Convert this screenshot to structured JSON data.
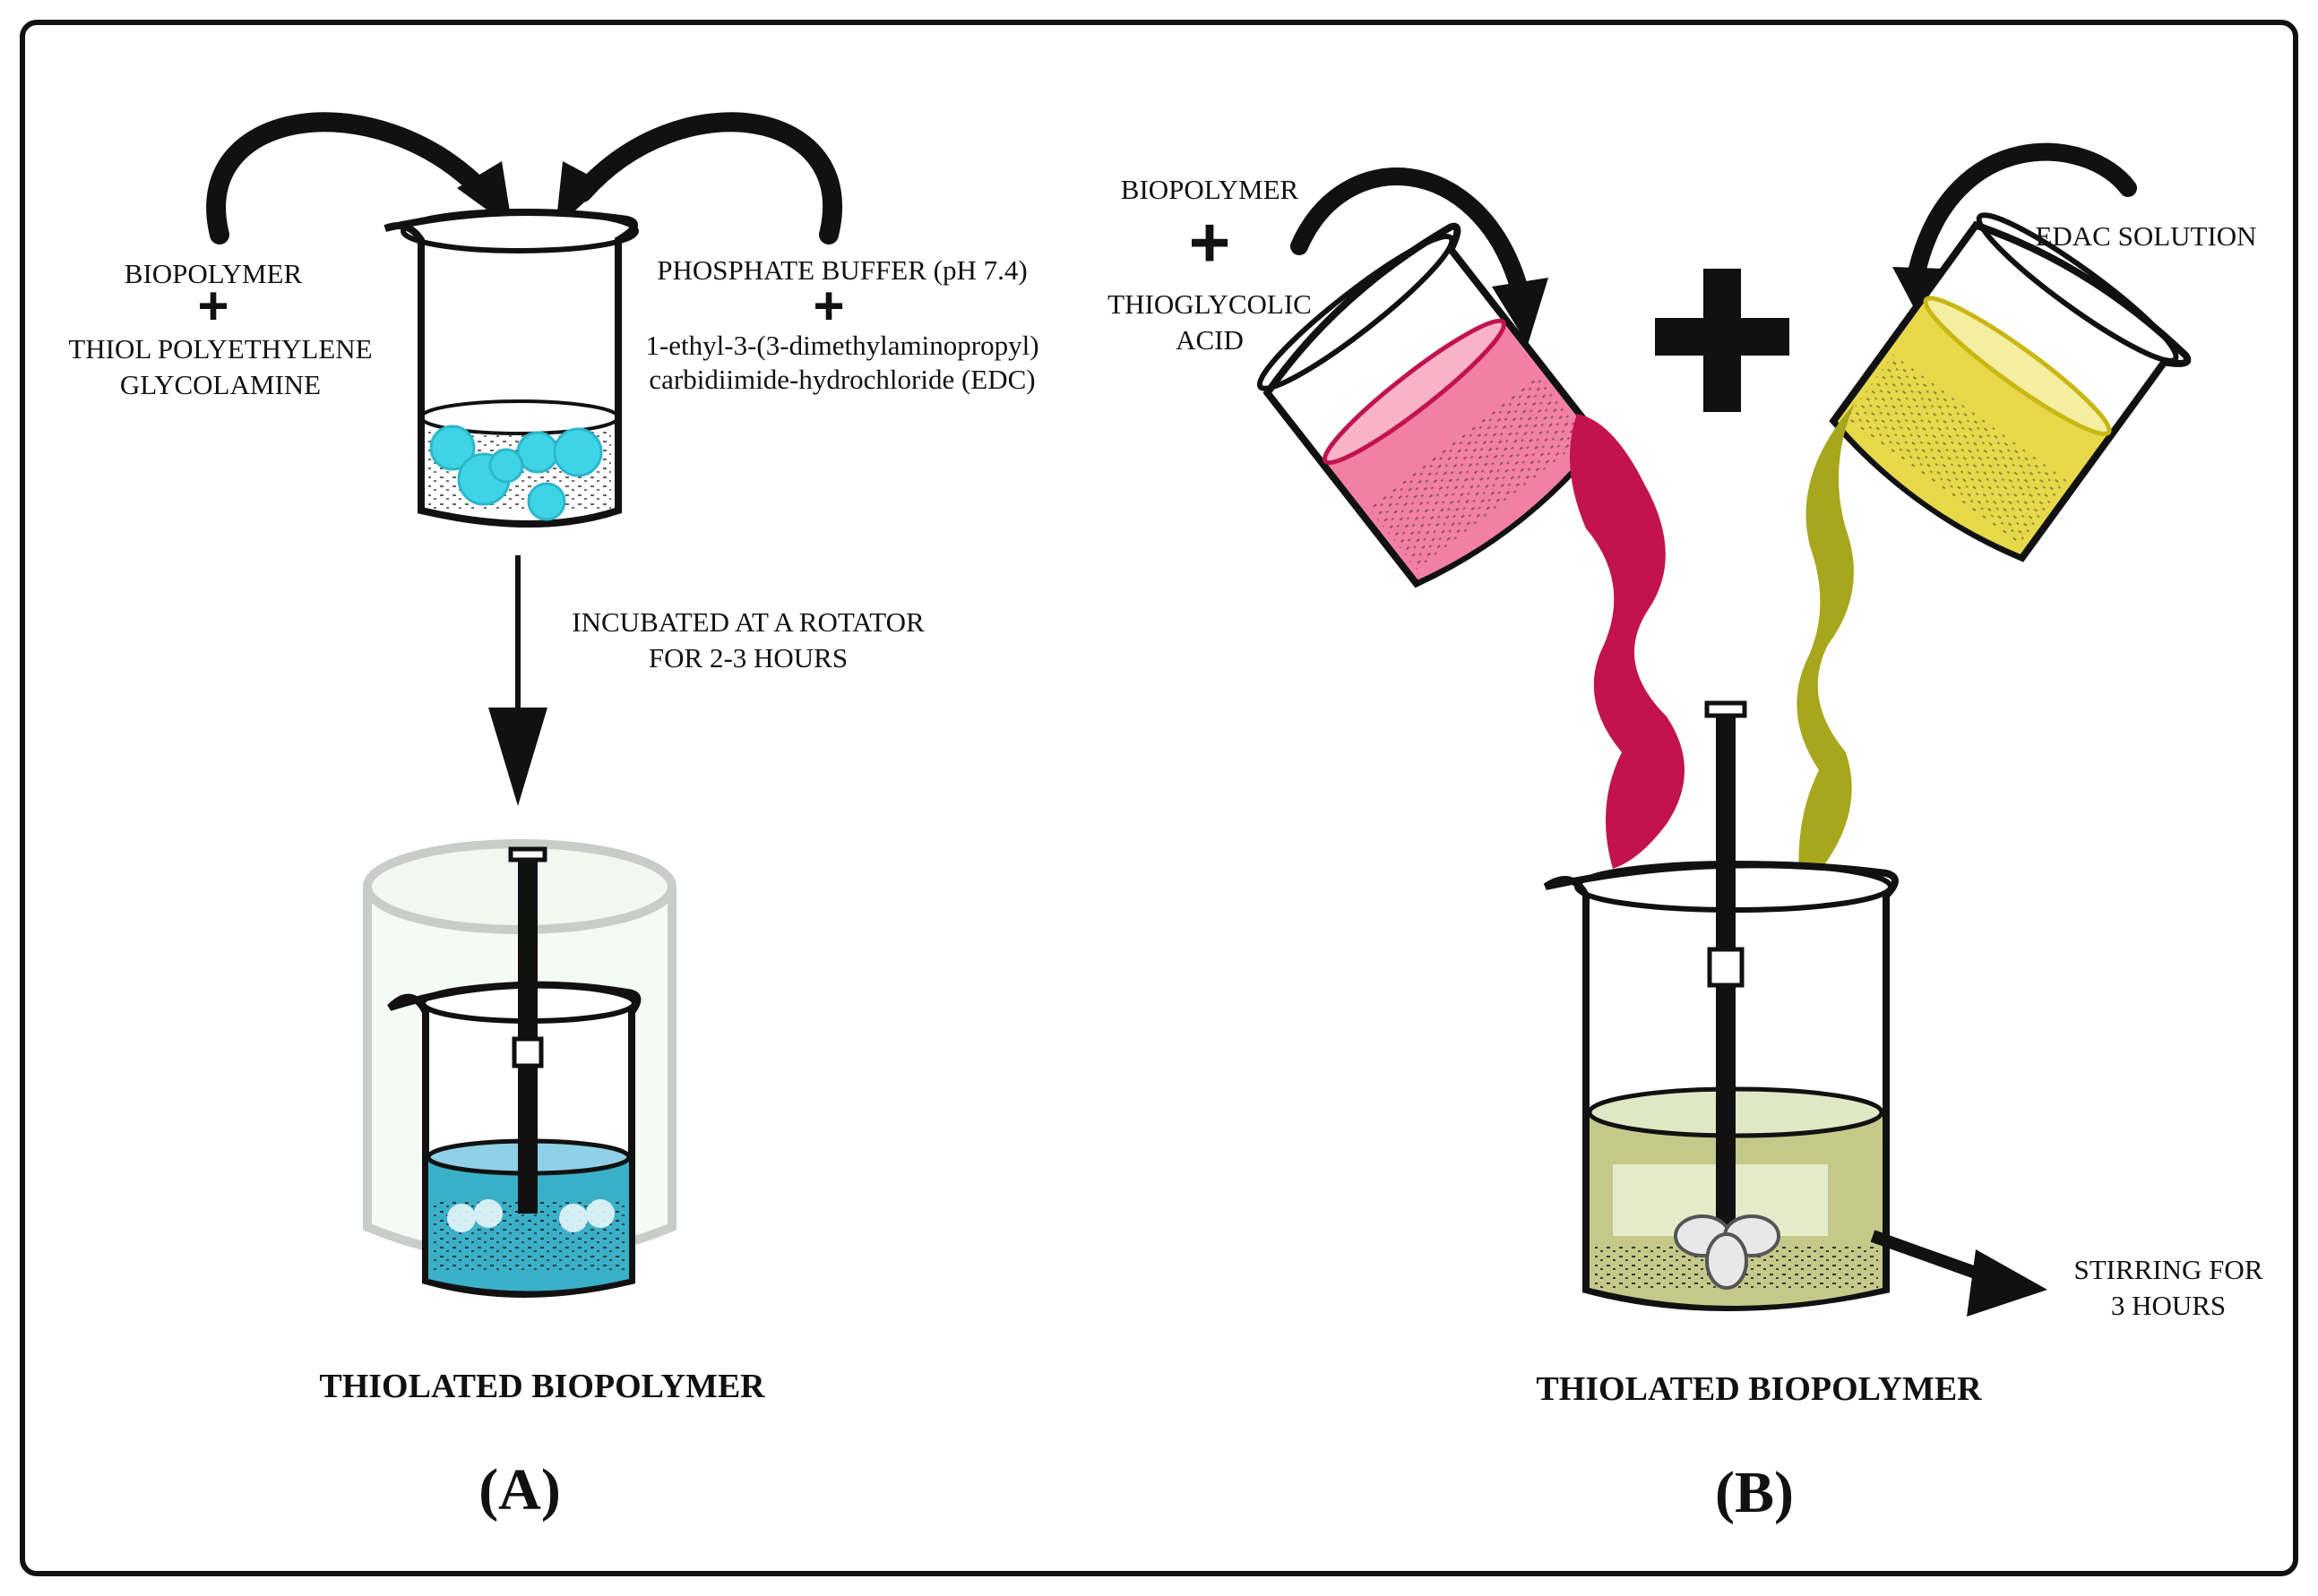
{
  "panelA": {
    "reagent_left_line1": "BIOPOLYMER",
    "reagent_left_line2": "THIOL POLYETHYLENE",
    "reagent_left_line3": "GLYCOLAMINE",
    "reagent_right_line1": "PHOSPHATE BUFFER (pH 7.4)",
    "reagent_right_line2": "1-ethyl-3-(3-dimethylaminopropyl)",
    "reagent_right_line3": "carbidiimide-hydrochloride (EDC)",
    "step_line1": "INCUBATED AT A ROTATOR",
    "step_line2": "FOR 2-3 HOURS",
    "caption": "THIOLATED BIOPOLYMER",
    "letter": "(A)"
  },
  "panelB": {
    "reagent_left_line1": "BIOPOLYMER",
    "reagent_left_line2": "THIOGLYCOLIC",
    "reagent_left_line3": "ACID",
    "reagent_right": "EDAC SOLUTION",
    "step_line1": "STIRRING FOR",
    "step_line2": "3 HOURS",
    "caption": "THIOLATED BIOPOLYMER",
    "letter": "(B)"
  },
  "colors": {
    "frame": "#111111",
    "cyan_particles": "#3fd3e6",
    "blue_liquid": "#3ab0c8",
    "magenta_liquid": "#c2134e",
    "pink_liquid": "#f27fa4",
    "olive_liquid": "#a8a61c",
    "yellow_liquid": "#e7d84a",
    "beaker_outline": "#111111"
  }
}
